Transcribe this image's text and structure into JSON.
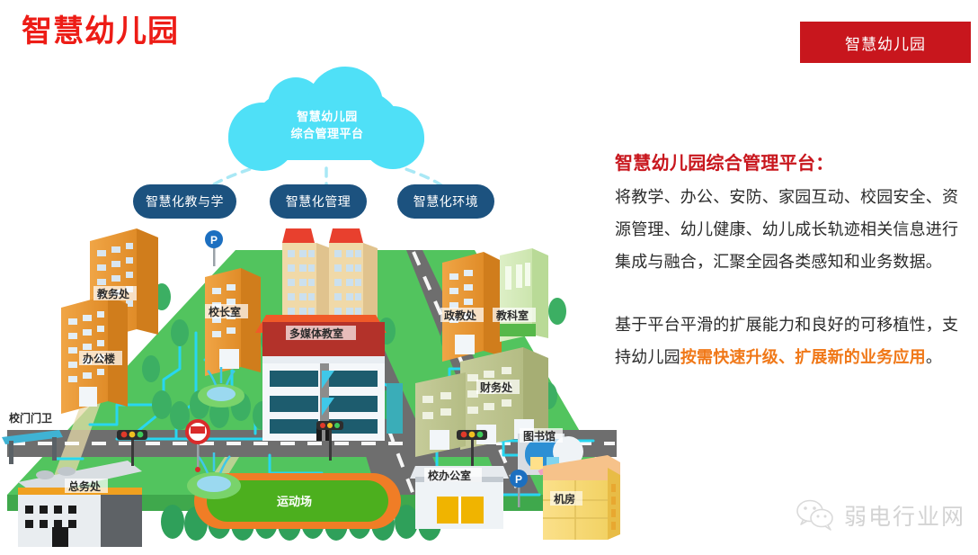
{
  "header": {
    "title": "智慧幼儿园",
    "corner_badge": "智慧幼儿园",
    "title_color": "#ED1C16",
    "badge_bg": "#C8161D"
  },
  "diagram": {
    "cloud": {
      "line1": "智慧幼儿园",
      "line2": "综合管理平台",
      "color": "#4FE0F7"
    },
    "nodes": [
      {
        "label": "智慧化教与学"
      },
      {
        "label": "智慧化管理"
      },
      {
        "label": "智慧化环境"
      }
    ],
    "node_color": "#1C527F",
    "connector_color": "#A9E8F5"
  },
  "campus": {
    "labels": [
      {
        "text": "教务处"
      },
      {
        "text": "办公楼"
      },
      {
        "text": "校长室"
      },
      {
        "text": "多媒体教室"
      },
      {
        "text": "政教处"
      },
      {
        "text": "教科室"
      },
      {
        "text": "财务处"
      },
      {
        "text": "校门门卫"
      },
      {
        "text": "总务处"
      },
      {
        "text": "运动场"
      },
      {
        "text": "校办公室"
      },
      {
        "text": "图书馆"
      },
      {
        "text": "机房"
      }
    ],
    "colors": {
      "grass": "#52C45E",
      "grass_light": "#6BCE74",
      "road": "#6E6E6E",
      "track": "#F07D26",
      "field": "#4CAF1E",
      "network_line": "#28D6F0"
    }
  },
  "copy": {
    "heading": "智慧幼儿园综合管理平台：",
    "paragraph1": "将教学、办公、安防、家园互动、校园安全、资源管理、幼儿健康、幼儿成长轨迹相关信息进行集成与融合，汇聚全园各类感知和业务数据。",
    "paragraph2_prefix": "基于平台平滑的扩展能力和良好的可移植性，支持幼儿园",
    "paragraph2_highlight": "按需快速升级、扩展新的业务应用",
    "paragraph2_suffix": "。",
    "heading_color": "#C8161D",
    "highlight_color": "#F07818"
  },
  "watermark": {
    "text": "弱电行业网",
    "icon": "wechat-icon"
  }
}
